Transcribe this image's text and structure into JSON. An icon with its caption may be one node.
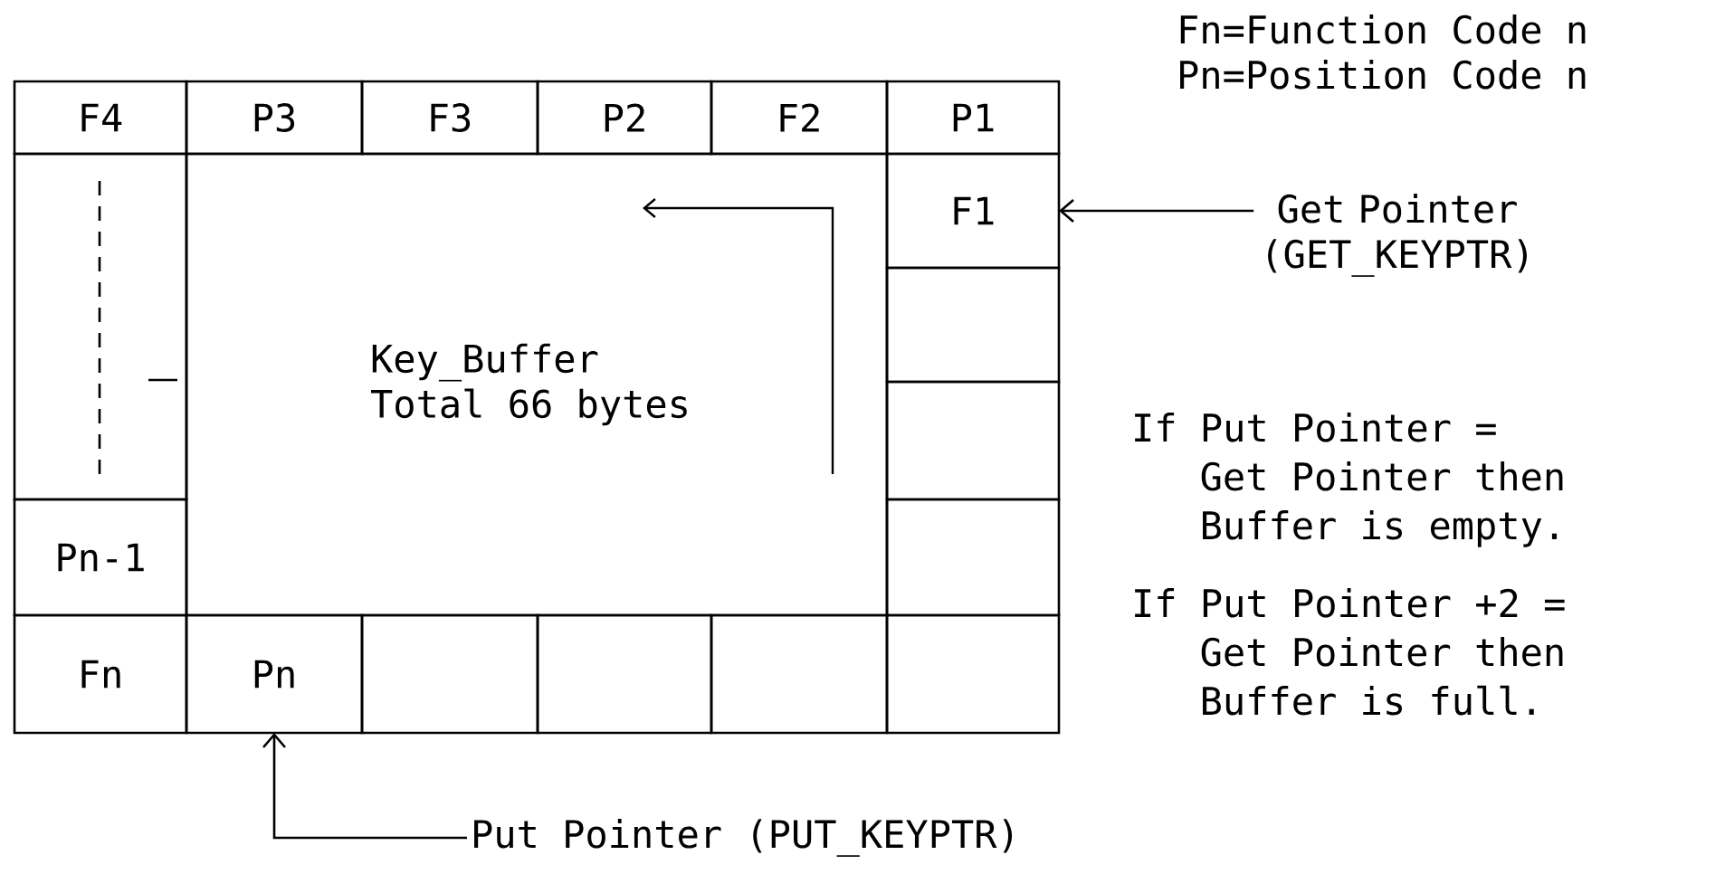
{
  "diagram": {
    "nodes": [
      {
        "text": [
          "F4"
        ]
      },
      {
        "text": [
          "P3"
        ]
      },
      {
        "text": [
          "F3"
        ]
      },
      {
        "text": [
          "P2"
        ]
      },
      {
        "text": [
          "F2"
        ]
      },
      {
        "text": [
          "P1"
        ]
      },
      {
        "text": [],
        "shape": "box"
      },
      {
        "text": [
          "Key_Buffer Total 66 bytes"
        ]
      },
      {
        "text": [
          "F1"
        ]
      },
      {
        "text": [],
        "shape": "box"
      },
      {
        "text": [],
        "shape": "box"
      },
      {
        "text": [
          "Pn-1"
        ]
      },
      {
        "text": [],
        "shape": "box"
      },
      {
        "text": [
          "Fn"
        ]
      },
      {
        "text": [
          "Pn"
        ]
      },
      {
        "text": [],
        "shape": "box"
      },
      {
        "text": [],
        "shape": "box"
      },
      {
        "text": [],
        "shape": "box"
      },
      {
        "text": [],
        "shape": "box"
      },
      {
        "text": [
          "Get Pointer (GET_KEYPTR)"
        ]
      },
      {
        "text": [
          "Put Pointer (PUT_KEYPTR)"
        ]
      }
    ],
    "edges": [
      {
        "from": 19,
        "to": 8,
        "arrow": "to"
      },
      {
        "from": 20,
        "to": 14,
        "arrow": "to"
      }
    ],
    "labels": [
      "Fn=Function Code n",
      "Pn=Position Code n",
      "If Put Pointer = Get Pointer then Buffer is empty.",
      "If Put Pointer +2 = Get Pointer then Buffer is full."
    ]
  }
}
